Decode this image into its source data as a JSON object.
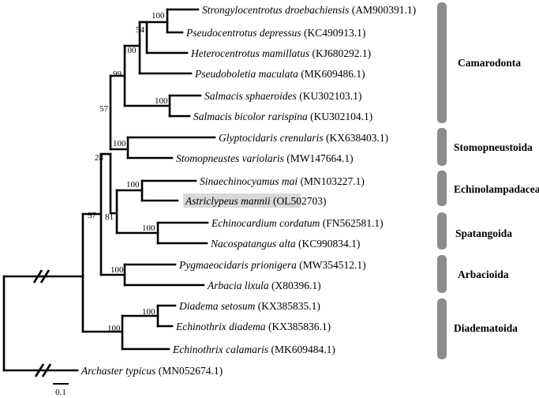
{
  "taxa": [
    {
      "species": "Strongylocentrotus droebachiensis",
      "accession": "(AM900391.1)"
    },
    {
      "species": "Pseudocentrotus depressus",
      "accession": "(KC490913.1)"
    },
    {
      "species": "Heterocentrotus mamillatus",
      "accession": "(KJ680292.1)"
    },
    {
      "species": "Pseudoboletia maculata",
      "accession": "(MK609486.1)"
    },
    {
      "species": "Salmacis sphaeroides",
      "accession": "(KU302103.1)"
    },
    {
      "species": "Salmacis bicolor rarispina",
      "accession": "(KU302104.1)"
    },
    {
      "species": "Glyptocidaris crenularis",
      "accession": "(KX638403.1)"
    },
    {
      "species": "Stomopneustes variolaris",
      "accession": "(MW147664.1)"
    },
    {
      "species": "Sinaechinocyamus mai",
      "accession": "(MN103227.1)"
    },
    {
      "species": "Astriclypeus mannii",
      "accession": "(OL502703)"
    },
    {
      "species": "Echinocardium cordatum",
      "accession": "(FN562581.1)"
    },
    {
      "species": "Nacospatangus alta",
      "accession": "(KC990834.1)"
    },
    {
      "species": "Pygmaeocidaris prionigera",
      "accession": "(MW354512.1)"
    },
    {
      "species": "Arbacia lixula",
      "accession": "(X80396.1)"
    },
    {
      "species": "Diadema setosum",
      "accession": "(KX385835.1)"
    },
    {
      "species": "Echinothrix diadema",
      "accession": "(KX385836.1)"
    },
    {
      "species": "Echinothrix calamaris",
      "accession": "(MK609484.1)"
    },
    {
      "species": "Archaster typicus",
      "accession": "(MN052674.1)"
    }
  ],
  "highlighted_taxon": "Astriclypeus mannii",
  "bootstrap": {
    "strongylo_pseudocentrotus": "100",
    "heterocentrotus_join": "54",
    "pseudoboletia_join": "100",
    "camarodonta": "99",
    "salmacis": "100",
    "camarodonta_stomopneustoida": "57",
    "stomopneustoida": "100",
    "arbacioida_join": "28",
    "echinolampadacea": "100",
    "echino_spatangoida": "81",
    "spatangoida": "100",
    "ingroup_join": "57",
    "arbacioida": "100",
    "diadema_echinothrix": "100",
    "diadematoida": "100"
  },
  "clades": [
    {
      "name": "Camarodonta"
    },
    {
      "name": "Stomopneustoida"
    },
    {
      "name": "Echinolampadacea"
    },
    {
      "name": "Spatangoida"
    },
    {
      "name": "Arbacioida"
    },
    {
      "name": "Diadematoida"
    }
  ],
  "scale_bar_label": "0.1",
  "colors": {
    "branch": "#000000",
    "clade_bar": "#8c8c8c",
    "highlight": "#d9d9d9"
  }
}
